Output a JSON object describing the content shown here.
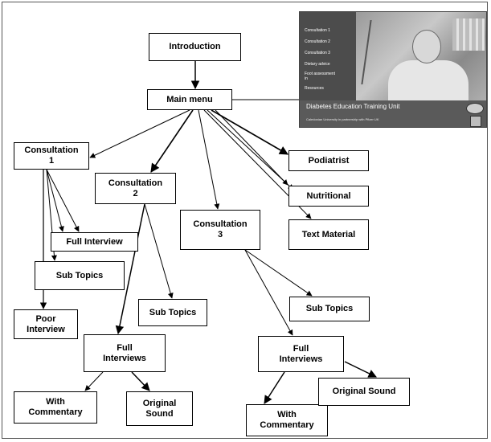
{
  "nodes": {
    "introduction": "Introduction",
    "main_menu": "Main menu",
    "consultation_1": "Consultation\n1",
    "consultation_2": "Consultation\n2",
    "consultation_3": "Consultation\n3",
    "podiatrist": "Podiatrist",
    "nutritional": "Nutritional",
    "text_material": "Text Material",
    "full_interview": "Full Interview",
    "sub_topics_1": "Sub Topics",
    "poor_interview": "Poor\nInterview",
    "sub_topics_2": "Sub Topics",
    "full_interviews_2": "Full\nInterviews",
    "sub_topics_3": "Sub Topics",
    "full_interviews_3": "Full\nInterviews",
    "with_commentary_2": "With\nCommentary",
    "original_sound_2": "Original\nSound",
    "with_commentary_3": "With\nCommentary",
    "original_sound_3": "Original Sound"
  },
  "screenshot": {
    "menu_items": [
      "Consultation 1",
      "Consultation 2",
      "Consultation 3",
      "Dietary advice",
      "Foot assessment\nin",
      "Resources"
    ],
    "banner_title": "Diabetes Education Training Unit",
    "banner_subtitle": "Caledonian University in partnership with Pfizer UK"
  }
}
